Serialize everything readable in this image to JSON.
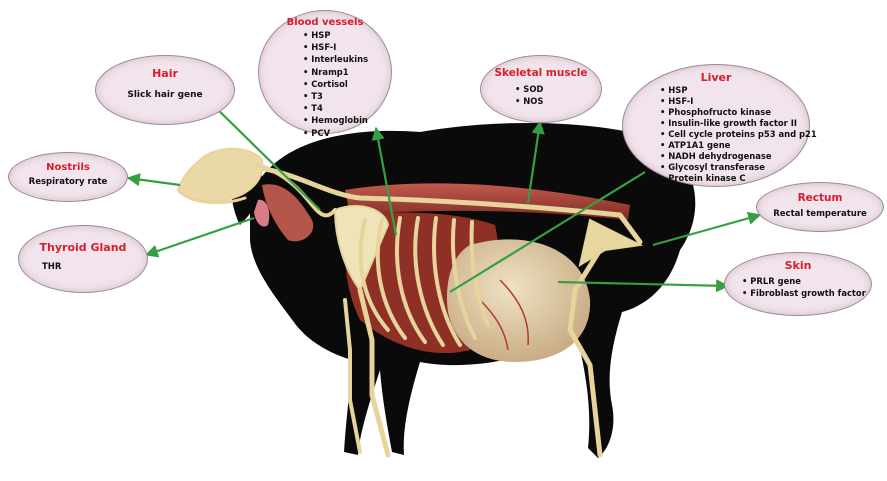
{
  "labels": {
    "hair": {
      "title": "Hair",
      "items": [
        "Slick hair gene"
      ]
    },
    "blood_vessels": {
      "title": "Blood vessels",
      "items": [
        "HSP",
        "HSF-I",
        "Interleukins",
        "Nramp1",
        "Cortisol",
        "T3",
        "T4",
        "Hemoglobin",
        "PCV"
      ]
    },
    "skeletal_muscle": {
      "title": "Skeletal muscle",
      "items": [
        "SOD",
        "NOS"
      ]
    },
    "liver": {
      "title": "Liver",
      "items": [
        "HSP",
        "HSF-I",
        "Phosphofructo kinase",
        "Insulin-like growth factor II",
        "Cell cycle proteins p53 and p21",
        "ATP1A1 gene",
        "NADH dehydrogenase",
        "Glycosyl transferase",
        "Protein kinase C"
      ]
    },
    "nostrils": {
      "title": "Nostrils",
      "items": [
        "Respiratory rate"
      ]
    },
    "thyroid_gland": {
      "title": "Thyroid Gland",
      "items": [
        "THR"
      ]
    },
    "rectum": {
      "title": "Rectum",
      "items": [
        "Rectal temperature"
      ]
    },
    "skin": {
      "title": "Skin",
      "items": [
        "PRLR gene",
        "Fibroblast growth factor"
      ]
    }
  },
  "colors": {
    "bubble_fill": "#f2e4ec",
    "title_red": "#d81c2c",
    "arrow_green": "#35a043",
    "body_black": "#0a0a0a",
    "bone": "#e6d49c",
    "muscle": "#a84338"
  }
}
